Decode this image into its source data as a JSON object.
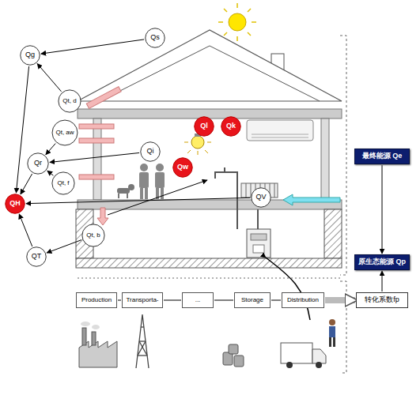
{
  "diagram": {
    "nodes": [
      {
        "text": [
          "Qg"
        ]
      },
      {
        "text": [
          "Qs"
        ]
      },
      {
        "text": [
          "Qt, d"
        ]
      },
      {
        "text": [
          "Ql"
        ]
      },
      {
        "text": [
          "Qk"
        ]
      },
      {
        "text": [
          "Qt, aw"
        ]
      },
      {
        "text": [
          "最终能源 Qe"
        ]
      },
      {
        "text": [
          "Qi"
        ]
      },
      {
        "text": [
          "Qr"
        ]
      },
      {
        "text": [
          "Qw"
        ]
      },
      {
        "text": [
          "Qt, f"
        ]
      },
      {
        "text": [
          "QV"
        ]
      },
      {
        "text": [
          "QH"
        ]
      },
      {
        "text": [
          "Qt, b"
        ]
      },
      {
        "text": [
          "QT"
        ]
      },
      {
        "text": [
          "原生态能源 Qp"
        ]
      },
      {
        "text": [
          "Production"
        ]
      },
      {
        "text": [
          "Transporta-"
        ]
      },
      {
        "text": [
          "..."
        ]
      },
      {
        "text": [
          "Storage"
        ]
      },
      {
        "text": [
          "Distribution"
        ]
      },
      {
        "text": [
          "转化系数fp"
        ]
      }
    ],
    "edges": [
      {
        "from": 1,
        "to": 0,
        "arrow": "to"
      },
      {
        "from": 2,
        "to": 0,
        "arrow": "to"
      },
      {
        "from": 0,
        "to": 12,
        "arrow": "to"
      },
      {
        "from": 5,
        "to": 8,
        "arrow": "to"
      },
      {
        "from": 10,
        "to": 8,
        "arrow": "to"
      },
      {
        "from": 7,
        "to": 8,
        "arrow": "to"
      },
      {
        "from": 8,
        "to": 12,
        "arrow": "to"
      },
      {
        "from": 11,
        "to": 12,
        "arrow": "to"
      },
      {
        "from": 13,
        "to": 14,
        "arrow": "to"
      },
      {
        "from": 14,
        "to": 12,
        "arrow": "to"
      },
      {
        "from": 6,
        "to": 15,
        "arrow": "to"
      },
      {
        "from": 21,
        "to": 15,
        "arrow": "to"
      },
      {
        "from": 16,
        "to": 17,
        "arrow": "none"
      },
      {
        "from": 17,
        "to": 18,
        "arrow": "none"
      },
      {
        "from": 18,
        "to": 19,
        "arrow": "none"
      },
      {
        "from": 19,
        "to": 20,
        "arrow": "none"
      },
      {
        "from": 20,
        "to": 21,
        "arrow": "to"
      }
    ]
  }
}
